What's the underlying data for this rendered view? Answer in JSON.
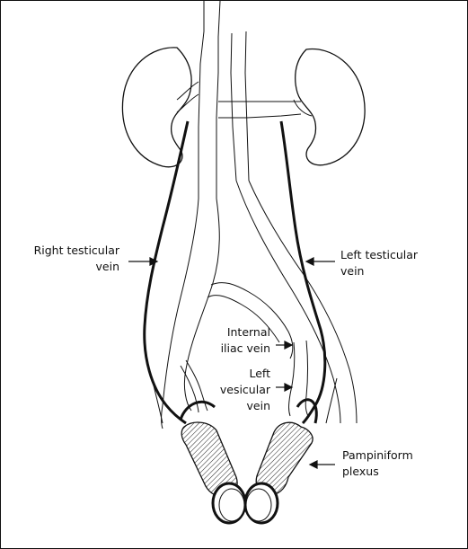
{
  "labels": {
    "right_testicular_vein": [
      "Right testicular",
      "vein"
    ],
    "left_testicular_vein": [
      "Left testicular",
      "vein"
    ],
    "internal_iliac_vein": [
      "Internal",
      "iliac vein"
    ],
    "left_vesicular_vein": [
      "Left",
      "vesicular",
      "vein"
    ],
    "pampiniform_plexus": [
      "Pampiniform",
      "plexus"
    ]
  },
  "colors": {
    "ink": "#111111",
    "background": "#ffffff"
  }
}
